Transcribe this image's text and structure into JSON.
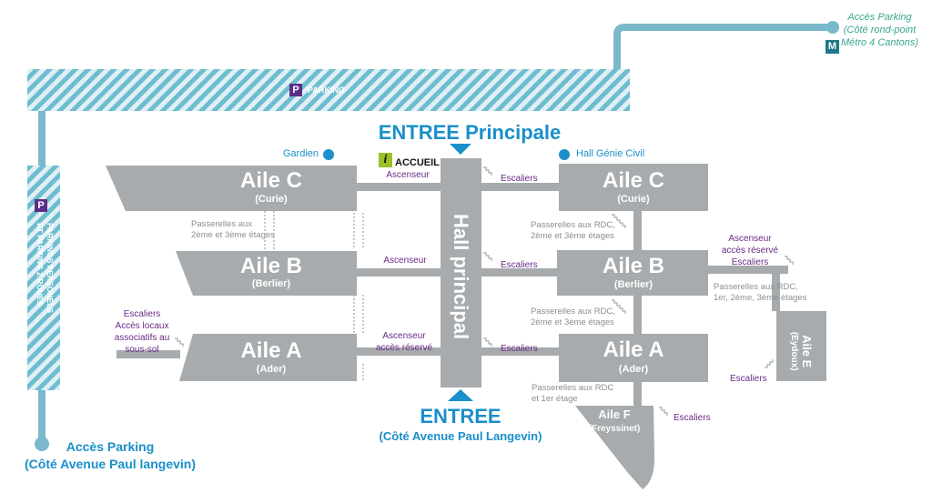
{
  "parking": {
    "label": "PARKING",
    "side_label_1": "PARKINGS PERSONELS",
    "side_label_2": "ET PARKING 2 ROUES",
    "icon": "parking-icon"
  },
  "access_top": {
    "line1": "Accès Parking",
    "line2": "(Côté rond-point",
    "line3": "Métro 4 Cantons)",
    "icon": "metro-icon"
  },
  "access_bottom": {
    "line1": "Accès Parking",
    "line2": "(Côté Avenue Paul langevin)"
  },
  "entrances": {
    "main": "ENTREE Principale",
    "south": "ENTREE",
    "south_sub": "(Côté Avenue Paul Langevin)"
  },
  "hall": {
    "label": "Hall principal"
  },
  "accueil": {
    "label": "ACCUEIL",
    "icon": "info-icon"
  },
  "markers": {
    "gardien": "Gardien",
    "hall_genie_civil": "Hall Génie Civil"
  },
  "wings": {
    "c_left": {
      "name": "Aile C",
      "sub": "(Curie)"
    },
    "b_left": {
      "name": "Aile B",
      "sub": "(Berlier)"
    },
    "a_left": {
      "name": "Aile A",
      "sub": "(Ader)"
    },
    "c_right": {
      "name": "Aile C",
      "sub": "(Curie)"
    },
    "b_right": {
      "name": "Aile B",
      "sub": "(Berlier)"
    },
    "a_right": {
      "name": "Aile A",
      "sub": "(Ader)"
    },
    "e": {
      "name": "Aile E",
      "sub": "(Eydoux)"
    },
    "f": {
      "name": "Aile F",
      "sub": "(Freyssinet)"
    }
  },
  "labels": {
    "ascenseur_1": "Ascenseur",
    "ascenseur_2": "Ascenseur",
    "ascenseur_reserve_l1": "Ascenseur",
    "ascenseur_reserve_l2": "accès réservé",
    "escaliers_1": "Escaliers",
    "escaliers_2": "Escaliers",
    "escaliers_3": "Escaliers",
    "escaliers_e": "Escaliers",
    "escaliers_f": "Escaliers",
    "escaliers_left_l1": "Escaliers",
    "escaliers_left_l2": "Accès locaux",
    "escaliers_left_l3": "associatifs au",
    "escaliers_left_l4": "sous-sol",
    "east_l1": "Ascenseur",
    "east_l2": "accès réservé",
    "east_l3": "Escaliers"
  },
  "passerelles": {
    "left_l1": "Passerelles aux",
    "left_l2": "2ème et 3ème étages",
    "right1_l1": "Passerelles aux RDC,",
    "right1_l2": "2ème et 3ème étages",
    "right2_l1": "Passerelles aux RDC,",
    "right2_l2": "2ème et 3ème étages",
    "east_l1": "Passerelles aux RDC,",
    "east_l2": "1er, 2ème, 3ème étages",
    "f_l1": "Passerelles aux RDC",
    "f_l2": "et 1er étage"
  },
  "colors": {
    "building": "#a7abad",
    "parking_stripe": "#6fbcd0",
    "path": "#7ab9cc",
    "accent_blue": "#1a8fc9",
    "label_purple": "#6a2a86",
    "accueil_green": "#9bc128"
  }
}
